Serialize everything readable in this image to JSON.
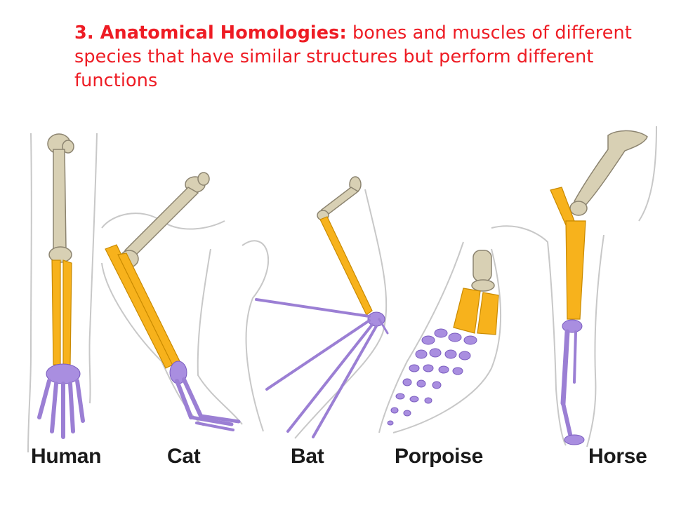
{
  "heading": {
    "number_title": "3. Anatomical Homologies:",
    "description": "bones and muscles of different species that have similar structures but perform different functions"
  },
  "species_labels": [
    "Human",
    "Cat",
    "Bat",
    "Porpoise",
    "Horse"
  ],
  "colors": {
    "heading_text": "#ee1c24",
    "humerus": "#d8d0b4",
    "radius_ulna": "#f7b21c",
    "hand_bones": "#9b7fd4",
    "outline": "#c8c8c8",
    "label_text": "#1a1a1a"
  }
}
